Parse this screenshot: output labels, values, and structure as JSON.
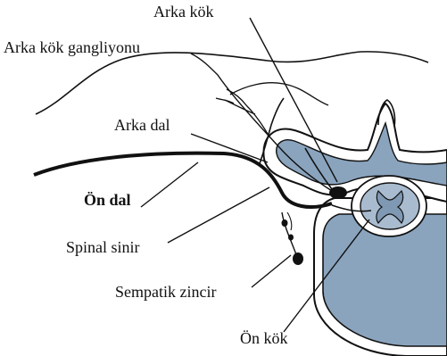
{
  "labels": {
    "arka_kok": "Arka kök",
    "arka_kok_gangliyonu": "Arka kök gangliyonu",
    "arka_dal": "Arka dal",
    "on_dal": "Ön dal",
    "spinal_sinir": "Spinal sinir",
    "sempatik_zincir": "Sempatik zincir",
    "on_kok": "Ön kök"
  },
  "colors": {
    "bone_fill": "#8aa4be",
    "cord_fill": "#a9bccf",
    "outline": "#111111",
    "background": "#ffffff"
  }
}
